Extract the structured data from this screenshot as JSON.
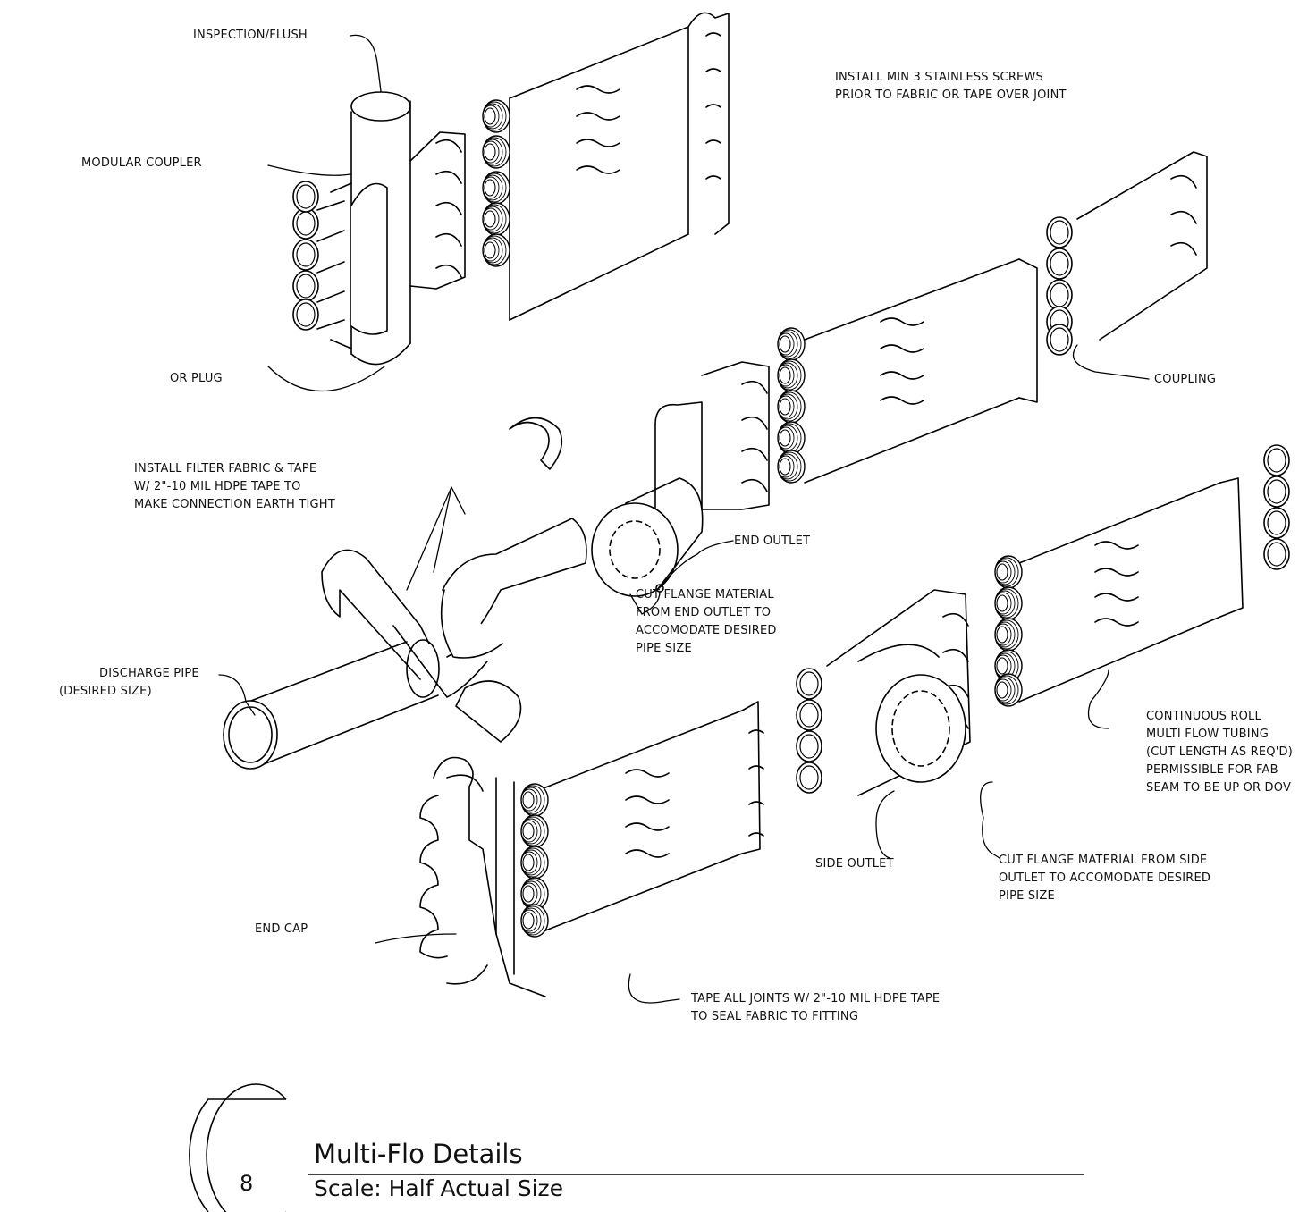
{
  "callouts": {
    "inspection_flush": "INSPECTION/FLUSH",
    "modular_coupler": "MODULAR COUPLER",
    "or_plug": "OR PLUG",
    "install_screws": [
      "INSTALL MIN 3 STAINLESS SCREWS",
      "PRIOR TO FABRIC OR TAPE OVER JOINT"
    ],
    "coupling": "COUPLING",
    "install_filter": [
      "INSTALL FILTER FABRIC & TAPE",
      "W/ 2\"-10 MIL HDPE TAPE TO",
      "MAKE CONNECTION EARTH TIGHT"
    ],
    "end_outlet": "END OUTLET",
    "cut_flange_end": [
      "CUT FLANGE MATERIAL",
      "FROM END OUTLET TO",
      "ACCOMODATE DESIRED",
      "PIPE SIZE"
    ],
    "discharge_pipe": [
      "DISCHARGE PIPE",
      "(DESIRED SIZE)"
    ],
    "continuous_roll": [
      "CONTINUOUS ROLL",
      "MULTI FLOW TUBING",
      "(CUT LENGTH AS REQ'D)",
      "PERMISSIBLE FOR FAB",
      "SEAM TO BE UP OR DOV"
    ],
    "side_outlet": "SIDE OUTLET",
    "cut_flange_side": [
      "CUT FLANGE MATERIAL FROM SIDE",
      "OUTLET TO ACCOMODATE DESIRED",
      "PIPE SIZE"
    ],
    "end_cap": "END CAP",
    "tape_joints": [
      "TAPE ALL JOINTS W/ 2\"-10 MIL HDPE TAPE",
      "TO SEAL FABRIC TO FITTING"
    ]
  },
  "title_block": {
    "number": "8",
    "title": "Multi-Flo Details",
    "scale": "Scale: Half Actual Size"
  }
}
